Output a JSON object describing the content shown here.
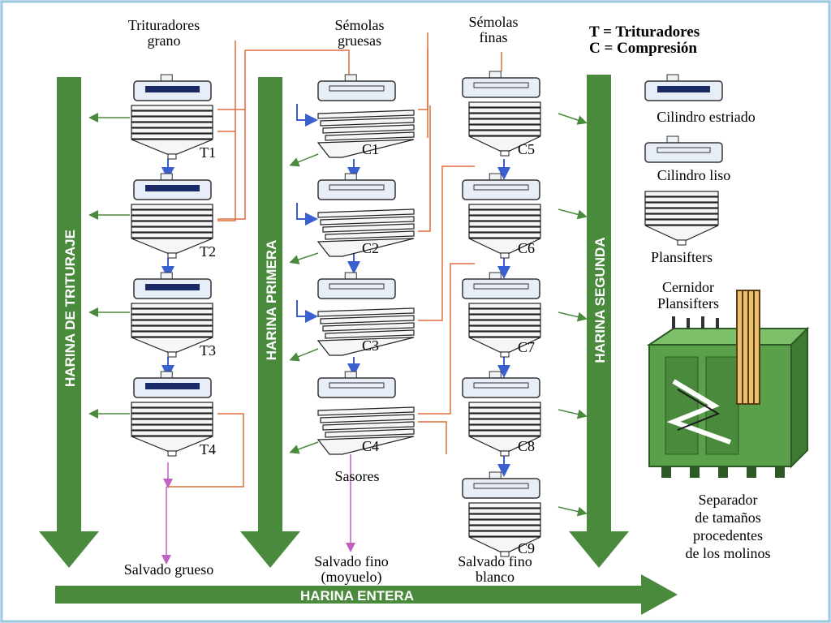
{
  "headers": {
    "trituradores_grano": [
      "Trituradores",
      "grano"
    ],
    "semolas_gruesas": [
      "Sémolas",
      "gruesas"
    ],
    "semolas_finas": [
      "Sémolas",
      "finas"
    ]
  },
  "legend": {
    "t_line": "T = Trituradores",
    "c_line": "C = Compresión",
    "cilindro_estriado": "Cilindro estriado",
    "cilindro_liso": "Cilindro liso",
    "plansifters": "Plansifters",
    "cernidor": [
      "Cernidor",
      "Plansifters"
    ],
    "separador": [
      "Separador",
      "de tamaños",
      "procedentes",
      "de los molinos"
    ]
  },
  "bands": {
    "harina_trituraje": "HARINA DE TRITURAJE",
    "harina_primera": "HARINA PRIMERA",
    "harina_segunda": "HARINA SEGUNDA",
    "harina_entera": "HARINA ENTERA"
  },
  "machines": {
    "trituradores": [
      "T1",
      "T2",
      "T3",
      "T4"
    ],
    "compresion_col1": [
      "C1",
      "C2",
      "C3",
      "C4"
    ],
    "compresion_col2": [
      "C5",
      "C6",
      "C7",
      "C8",
      "C9"
    ]
  },
  "labels": {
    "sasores": "Sasores",
    "salvado_grueso": "Salvado grueso",
    "salvado_fino": [
      "Salvado fino",
      "(moyuelo)"
    ],
    "salvado_fino_blanco": [
      "Salvado fino",
      "blanco"
    ]
  },
  "colors": {
    "green": "#4a8a3c",
    "blue": "#3a5fcf",
    "orange": "#e06a3a",
    "magenta": "#c060c0"
  }
}
